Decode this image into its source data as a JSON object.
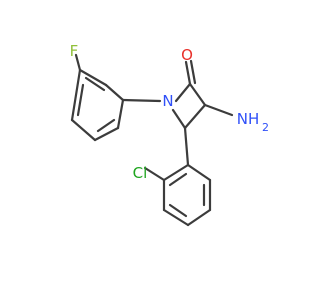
{
  "molecule": {
    "atoms": {
      "F": "F",
      "O": "O",
      "N": "N",
      "NH": "NH",
      "NH_sub": "2",
      "Cl": "Cl"
    }
  },
  "colors": {
    "bond": "#3c3c3c",
    "F": "#90c03a",
    "O": "#e8302a",
    "N": "#3050f8",
    "Cl": "#1fa51f"
  }
}
